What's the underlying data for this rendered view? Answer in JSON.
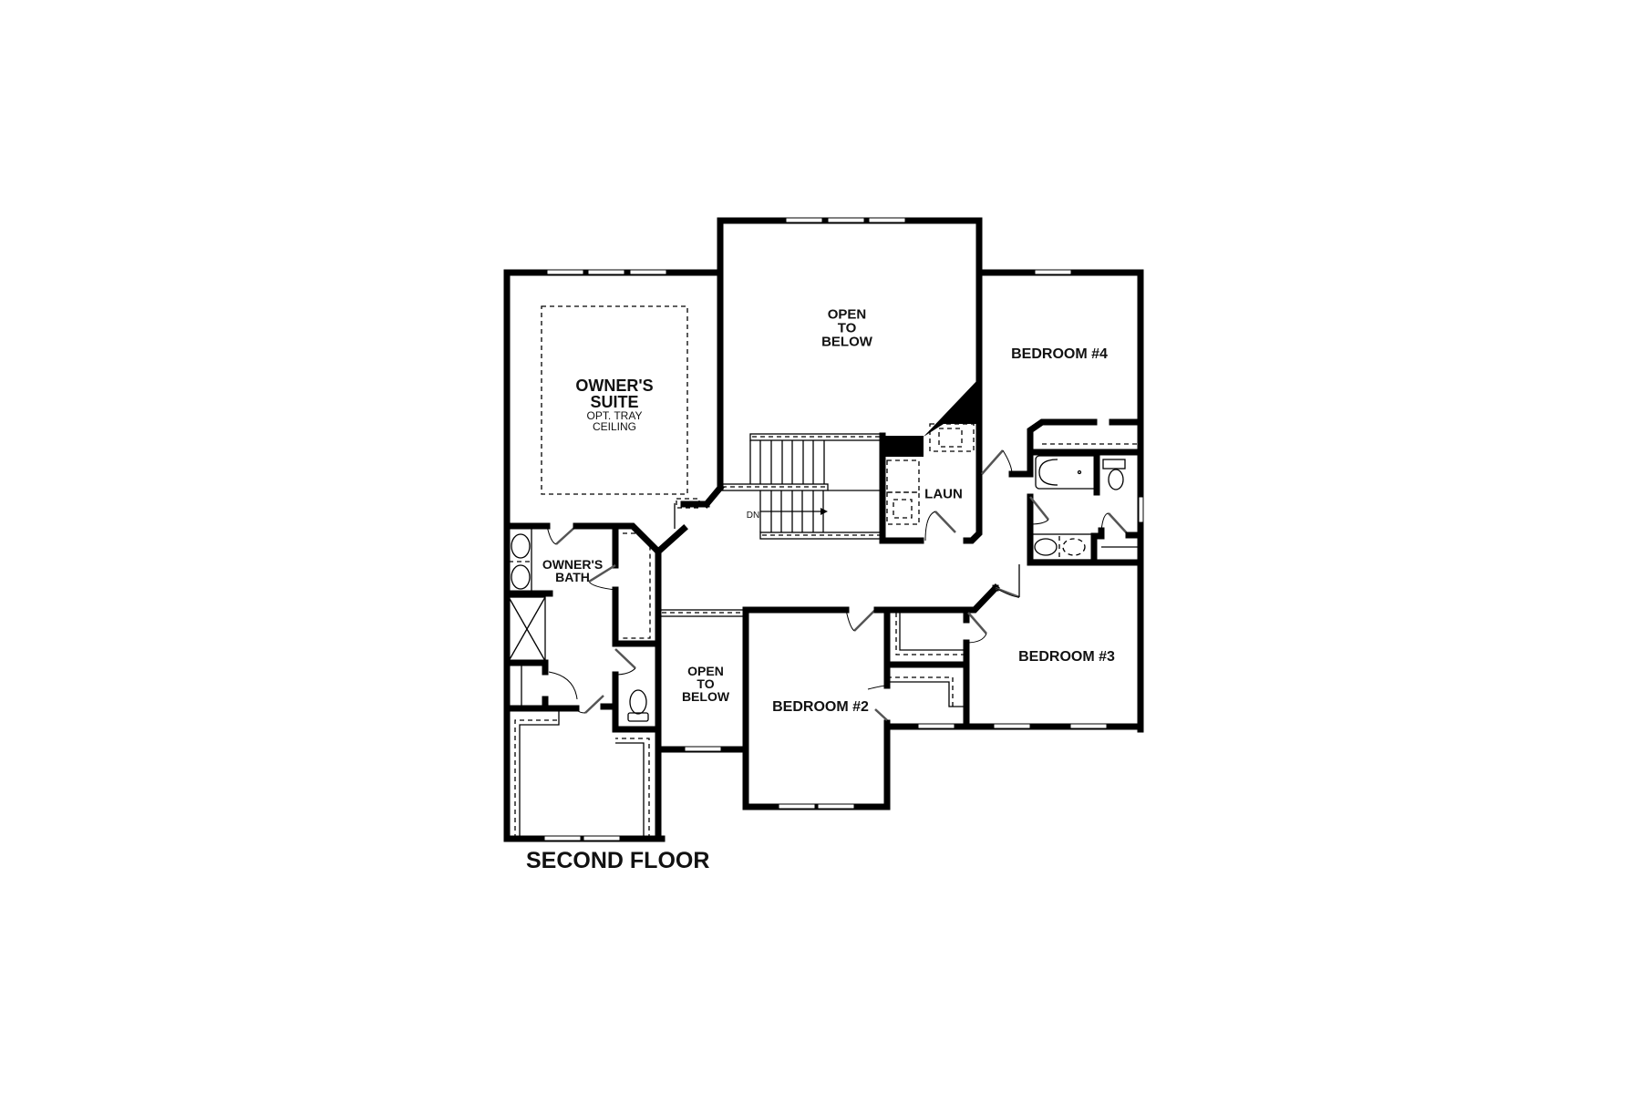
{
  "plan": {
    "title": "SECOND FLOOR",
    "wall_color": "#000000",
    "background": "#ffffff",
    "rooms": [
      {
        "id": "owners-suite",
        "name": "OWNER'S",
        "name2": "SUITE",
        "note": "OPT. TRAY",
        "note2": "CEILING"
      },
      {
        "id": "open-to-below-main",
        "line1": "OPEN",
        "line2": "TO",
        "line3": "BELOW"
      },
      {
        "id": "bedroom-4",
        "name": "BEDROOM #4"
      },
      {
        "id": "laundry",
        "name": "LAUN"
      },
      {
        "id": "owners-bath",
        "name": "OWNER'S",
        "name2": "BATH"
      },
      {
        "id": "open-to-below-small",
        "line1": "OPEN",
        "line2": "TO",
        "line3": "BELOW"
      },
      {
        "id": "bedroom-2",
        "name": "BEDROOM #2"
      },
      {
        "id": "bedroom-3",
        "name": "BEDROOM #3"
      }
    ],
    "stairs": {
      "label": "DN"
    }
  }
}
